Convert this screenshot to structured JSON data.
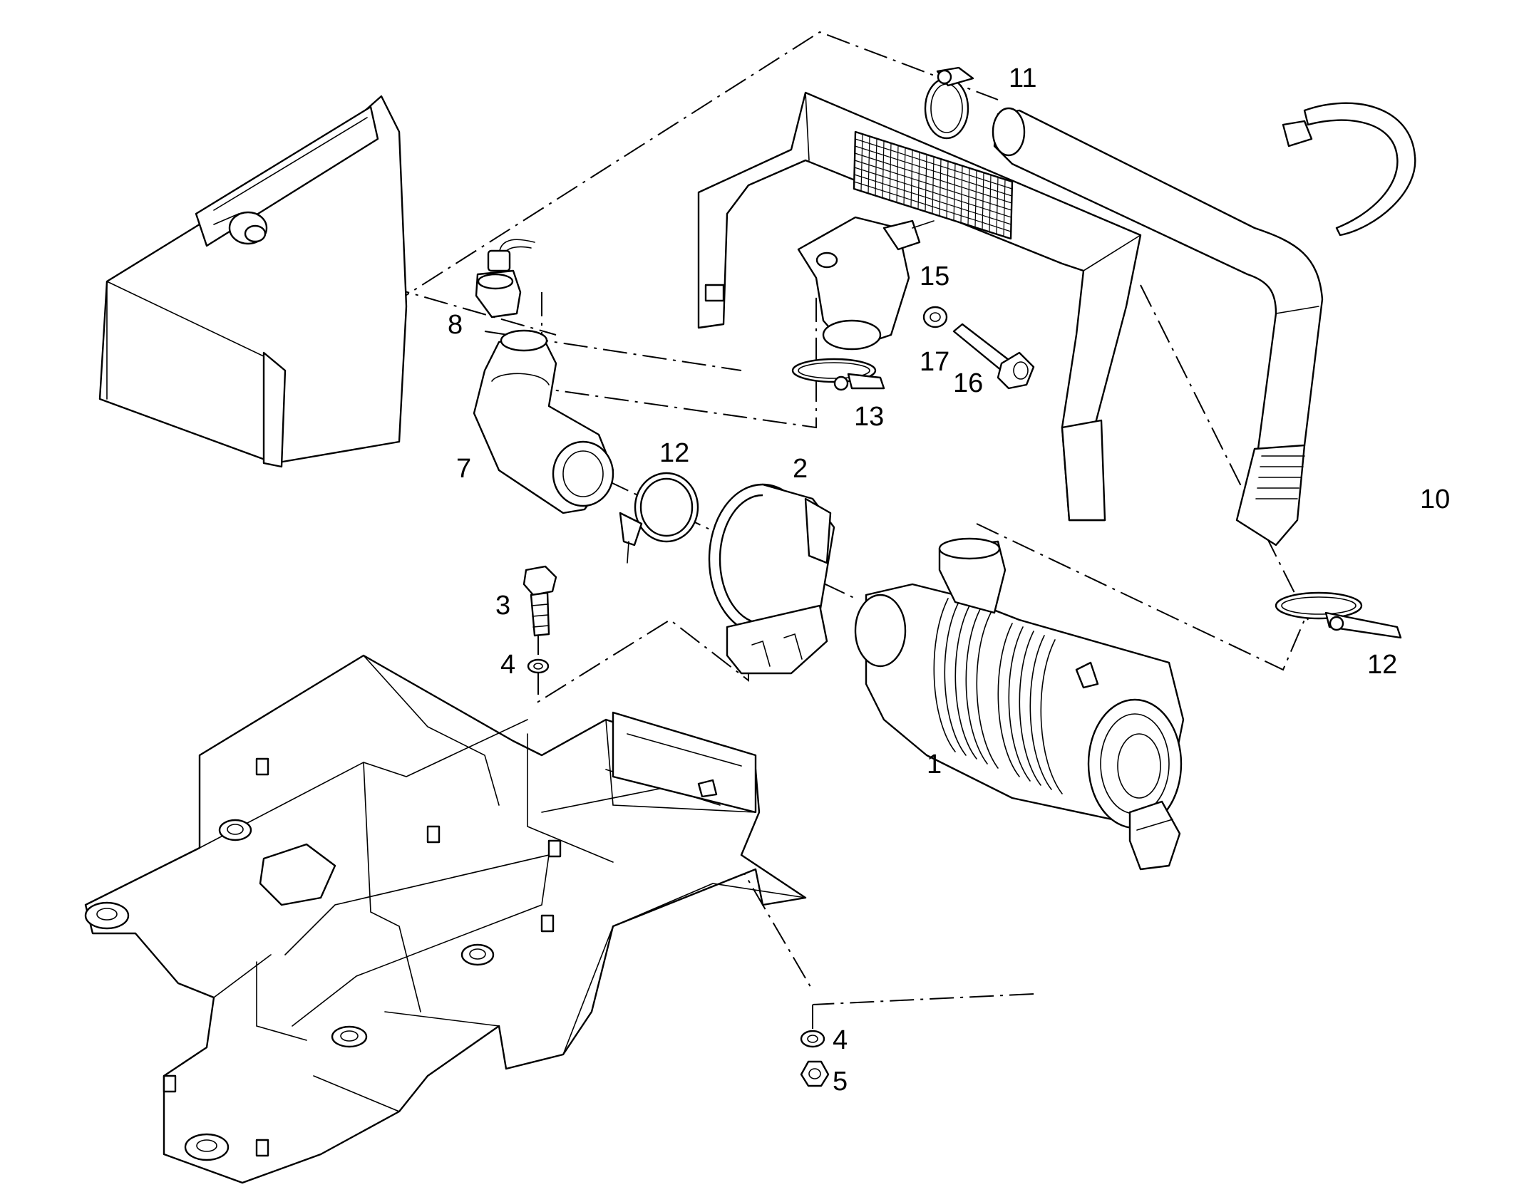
{
  "colors": {
    "line": "#000000",
    "background": "#ffffff"
  },
  "callouts": {
    "c1": "1",
    "c2": "2",
    "c3": "3",
    "c4a": "4",
    "c4b": "4",
    "c5": "5",
    "c7": "7",
    "c8": "8",
    "c10": "10",
    "c11": "11",
    "c12a": "12",
    "c12b": "12",
    "c13": "13",
    "c15": "15",
    "c16": "16",
    "c17": "17"
  }
}
